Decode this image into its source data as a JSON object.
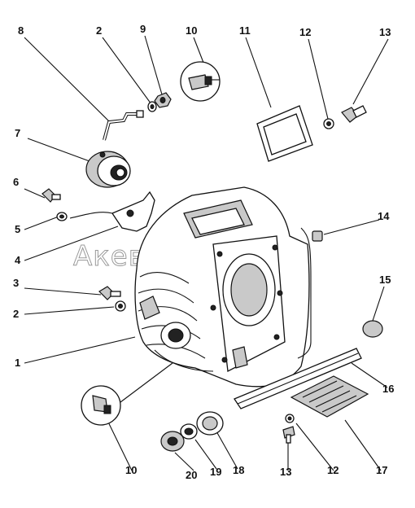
{
  "diagram": {
    "watermark": "АкевлонаАвто",
    "callouts": [
      {
        "id": "c8a",
        "label": "8"
      },
      {
        "id": "c2a",
        "label": "2"
      },
      {
        "id": "c9",
        "label": "9"
      },
      {
        "id": "c10a",
        "label": "10"
      },
      {
        "id": "c11",
        "label": "11"
      },
      {
        "id": "c12a",
        "label": "12"
      },
      {
        "id": "c13a",
        "label": "13"
      },
      {
        "id": "c7",
        "label": "7"
      },
      {
        "id": "c6",
        "label": "6"
      },
      {
        "id": "c5",
        "label": "5"
      },
      {
        "id": "c4",
        "label": "4"
      },
      {
        "id": "c14",
        "label": "14"
      },
      {
        "id": "c15",
        "label": "15"
      },
      {
        "id": "c3",
        "label": "3"
      },
      {
        "id": "c2b",
        "label": "2"
      },
      {
        "id": "c1",
        "label": "1"
      },
      {
        "id": "c16",
        "label": "16"
      },
      {
        "id": "c10b",
        "label": "10"
      },
      {
        "id": "c20",
        "label": "20"
      },
      {
        "id": "c19",
        "label": "19"
      },
      {
        "id": "c18",
        "label": "18"
      },
      {
        "id": "c13b",
        "label": "13"
      },
      {
        "id": "c12b",
        "label": "12"
      },
      {
        "id": "c17",
        "label": "17"
      }
    ]
  }
}
